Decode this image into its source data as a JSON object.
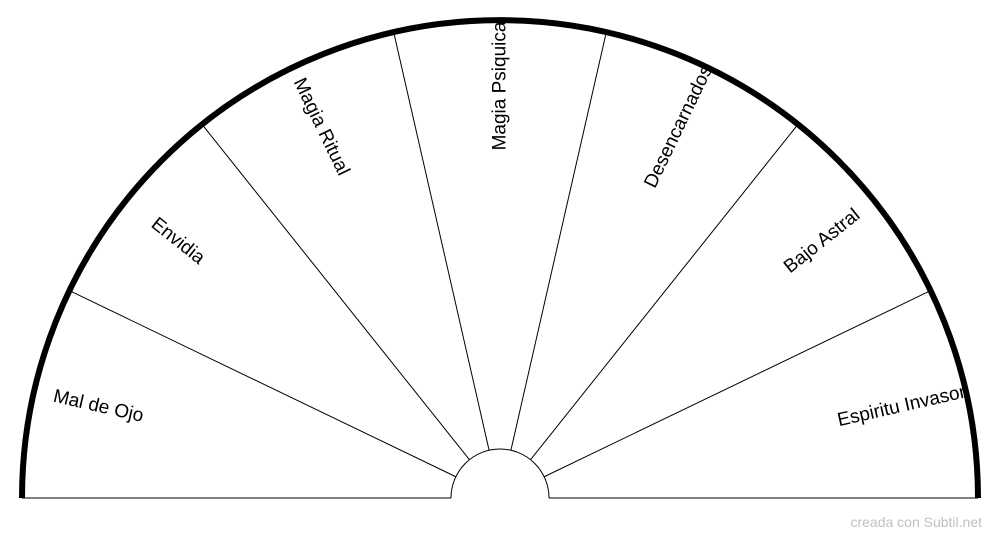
{
  "diagram": {
    "type": "semicircle-pendulum-chart",
    "segments": [
      "Mal de Ojo",
      "Envidia",
      "Magia Ritual",
      "Magia Psiquica",
      "Desencarnados",
      "Bajo Astral",
      "Espiritu Invasor"
    ]
  },
  "footer": {
    "credit": "creada con Subtil.net"
  },
  "colors": {
    "outline": "#000000",
    "credit": "#c0c0c0"
  }
}
